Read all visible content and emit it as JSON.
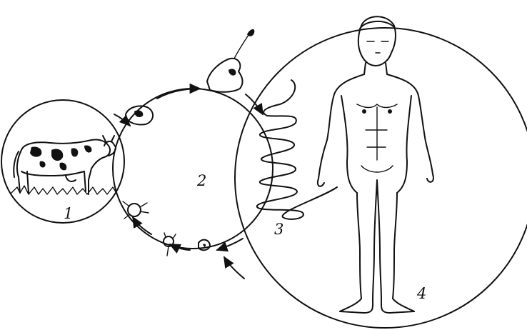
{
  "labels": {
    "n1": "1",
    "n2": "2",
    "n3": "3",
    "n4": "4"
  },
  "colors": {
    "ink": "#111111",
    "paper": "#ffffff"
  },
  "icons": [
    "cow-illustration",
    "human-figure-illustration",
    "tapeworm-proglottid-icon",
    "tapeworm-strobila-icon",
    "cysticercus-icon",
    "egg-icon",
    "oncosphere-icon",
    "hexacanth-embryo-icon",
    "scolex-icon"
  ]
}
